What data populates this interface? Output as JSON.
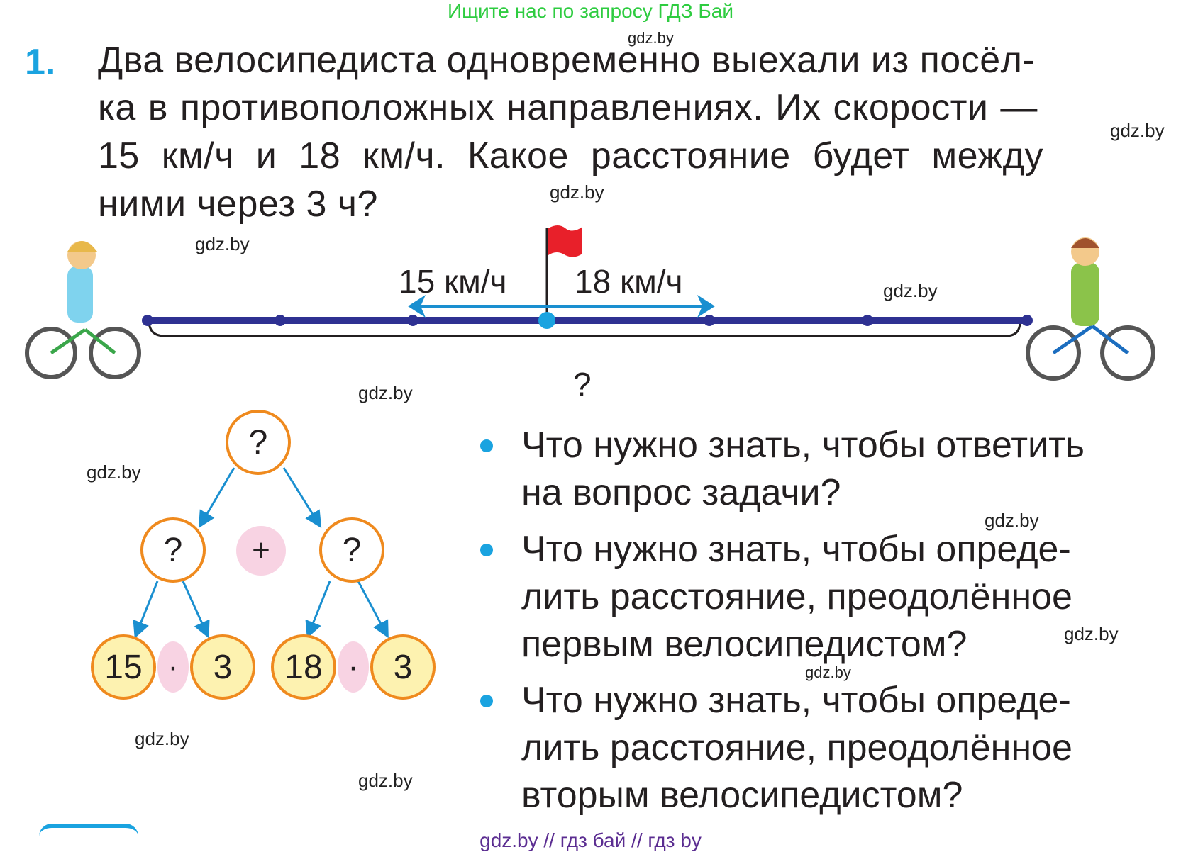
{
  "banner": "Ищите нас по запросу ГДЗ Бай",
  "watermarks": [
    "gdz.by",
    "gdz.by",
    "gdz.by",
    "gdz.by",
    "gdz.by",
    "gdz.by",
    "gdz.by",
    "gdz.by",
    "gdz.by",
    "gdz.by",
    "gdz.by",
    "gdz.by"
  ],
  "task": {
    "number": "1.",
    "lines": [
      "Два велосипедиста одновременно выехали из посёл-",
      "ка в противоположных направлениях. Их скорости —",
      "15 км/ч и 18 км/ч. Какое расстояние будет между",
      "ними через 3 ч?"
    ]
  },
  "diagram": {
    "left_speed": "15 км/ч",
    "right_speed": "18 км/ч",
    "distance_label": "?",
    "colors": {
      "line": "#2e3192",
      "arrow": "#1a8fd0",
      "flag": "#e8202a",
      "center_dot": "#1aa3e0"
    }
  },
  "tree": {
    "root": "?",
    "left": "?",
    "right": "?",
    "plus": "+",
    "dot": "·",
    "leaves": [
      "15",
      "3",
      "18",
      "3"
    ]
  },
  "questions": [
    {
      "lines": [
        "Что нужно знать, чтобы ответить",
        "на вопрос задачи?"
      ]
    },
    {
      "lines": [
        "Что нужно знать, чтобы опреде-",
        "лить расстояние, преодолённое",
        "первым велосипедистом?"
      ]
    },
    {
      "lines": [
        "Что нужно знать, чтобы опреде-",
        "лить расстояние, преодолённое",
        "вторым велосипедистом?"
      ]
    }
  ],
  "footer": "gdz.by  //  гдз бай  //  гдз by"
}
